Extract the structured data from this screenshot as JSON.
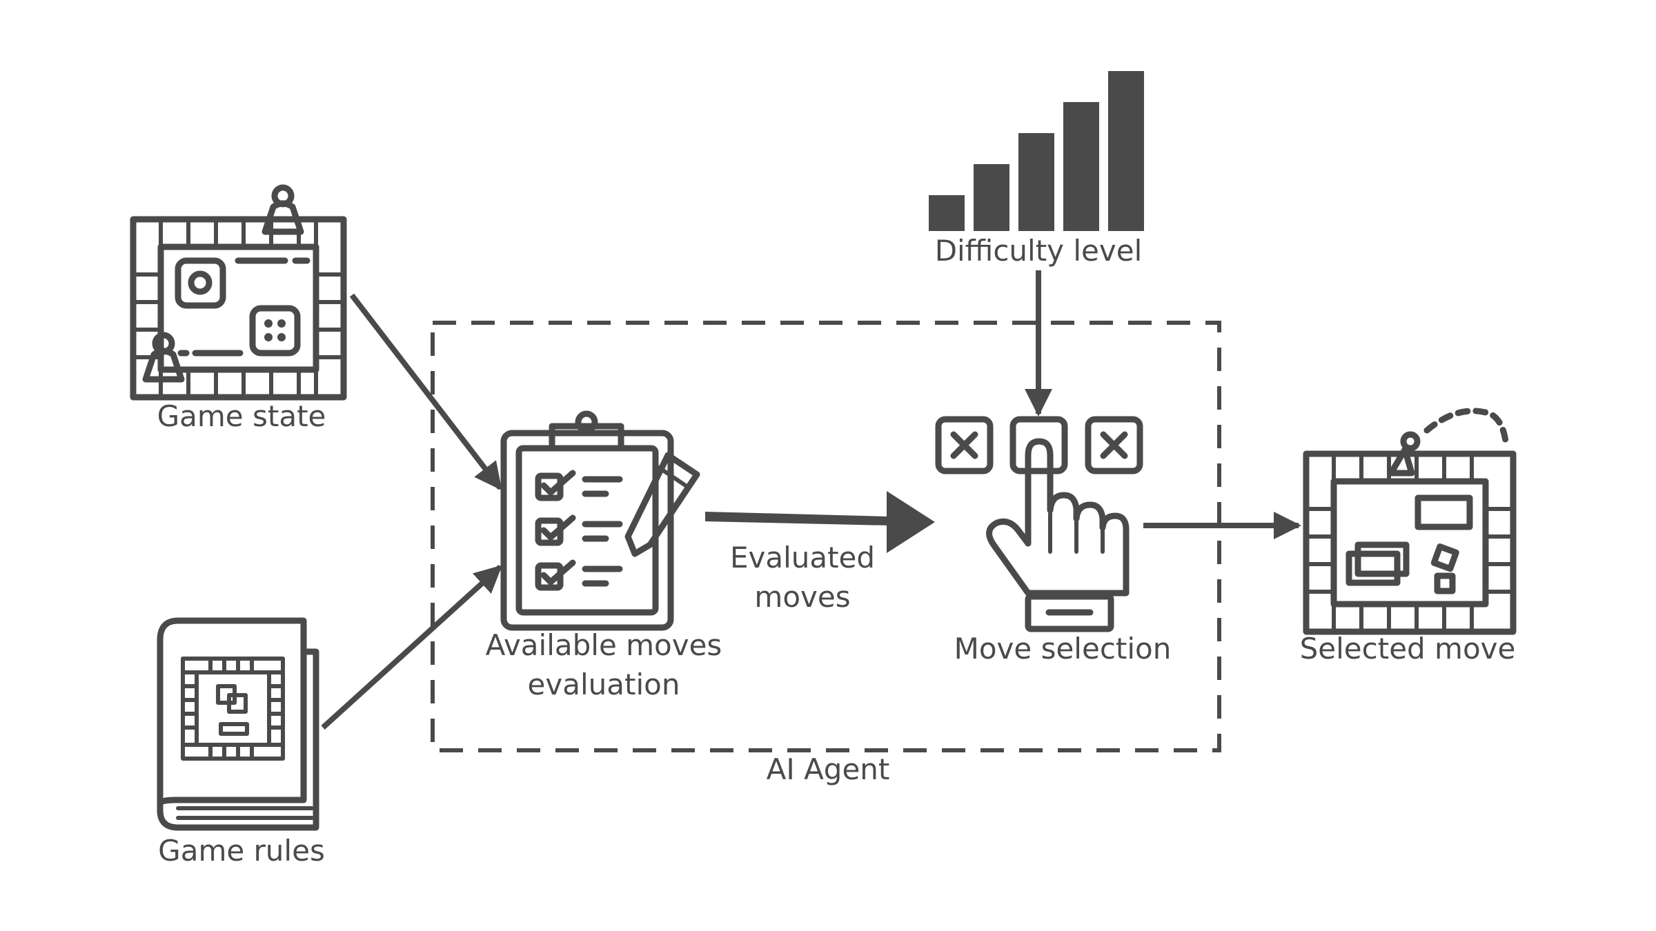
{
  "nodes": {
    "game_state": "Game state",
    "game_rules": "Game rules",
    "available_moves_line1": "Available moves",
    "available_moves_line2": "evaluation",
    "evaluated_moves_line1": "Evaluated",
    "evaluated_moves_line2": "moves",
    "difficulty_level": "Difficulty level",
    "move_selection": "Move selection",
    "selected_move": "Selected move",
    "ai_agent": "AI Agent"
  },
  "icons": {
    "game_state": "board-game-icon",
    "game_rules": "rulebook-icon",
    "available_moves": "clipboard-checklist-icon",
    "difficulty_level": "signal-bars-icon",
    "move_selection": "hand-pointer-icon",
    "selected_move": "board-game-move-icon"
  },
  "colors": {
    "ink": "#4a4a4a",
    "background": "#ffffff"
  }
}
